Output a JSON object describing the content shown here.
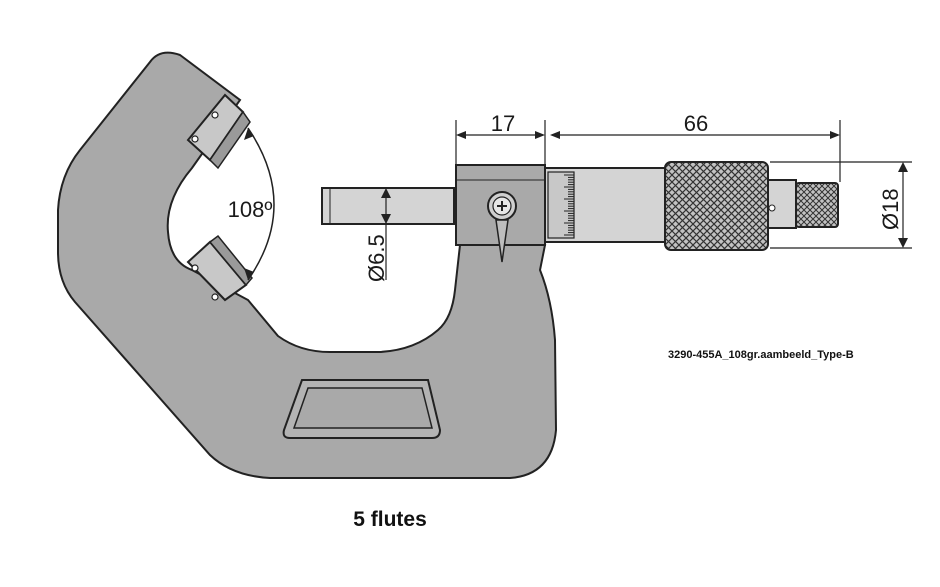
{
  "dimensions": {
    "anvil_angle": "108º",
    "frame_gap": "17",
    "thimble_length": "66",
    "spindle_diameter": "Ø6.5",
    "thimble_diameter": "Ø18"
  },
  "drawing_code": "3290-455A_108gr.aambeeld_Type-B",
  "caption": "5 flutes",
  "colors": {
    "frame_fill": "#a9a9a9",
    "outline": "#222222",
    "knurl_fill": "#b5b5b5",
    "background": "#ffffff"
  }
}
